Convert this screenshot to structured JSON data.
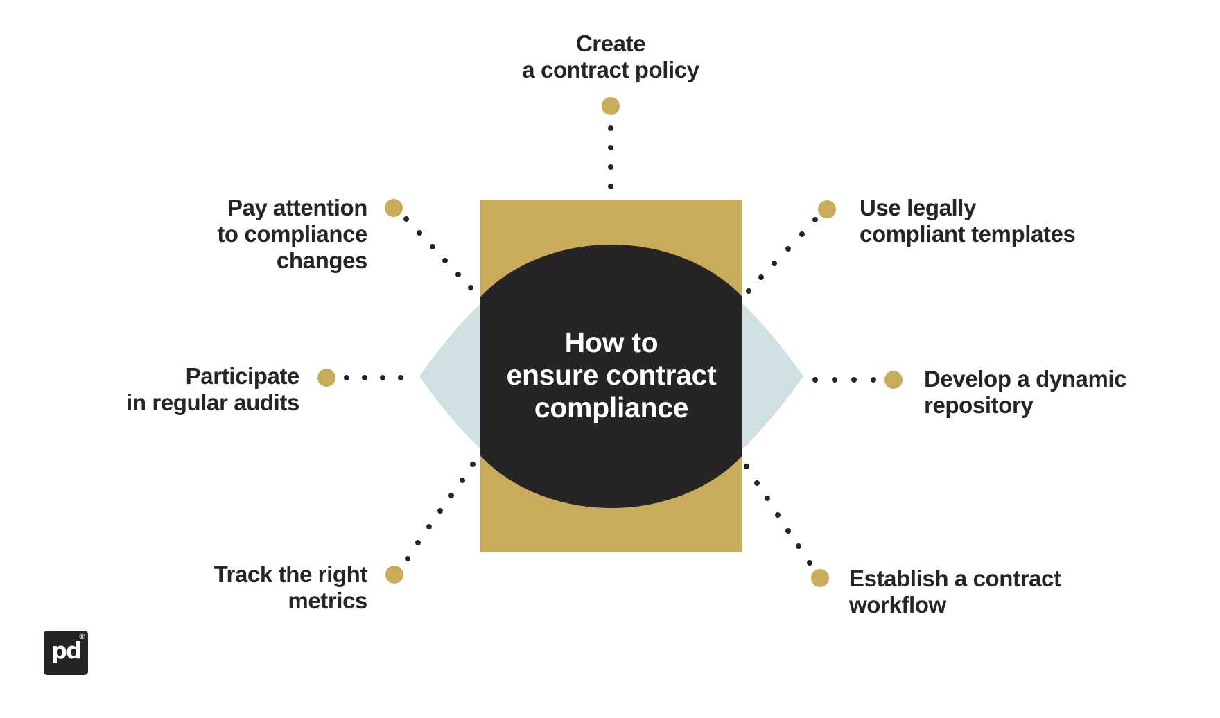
{
  "diagram": {
    "title_lines": [
      "How to",
      "ensure contract",
      "compliance"
    ]
  },
  "labels": {
    "top": {
      "lines": [
        "Create",
        "a contract policy"
      ]
    },
    "upper_left": {
      "lines": [
        "Pay attention",
        "to compliance",
        "changes"
      ]
    },
    "left": {
      "lines": [
        "Participate",
        "in regular audits"
      ]
    },
    "lower_left": {
      "lines": [
        "Track the right",
        "metrics"
      ]
    },
    "upper_right": {
      "lines": [
        "Use legally",
        "compliant templates"
      ]
    },
    "right": {
      "lines": [
        "Develop a dynamic",
        "repository"
      ]
    },
    "lower_right": {
      "lines": [
        "Establish a contract",
        "workflow"
      ]
    }
  },
  "logo": {
    "text": "pd",
    "registered": "®"
  },
  "colors": {
    "gold": "#C9AC5B",
    "dark": "#262425",
    "lens-blue": "#CEE0E2",
    "background": "#FFFFFF",
    "title-text": "#FFFFFF"
  }
}
